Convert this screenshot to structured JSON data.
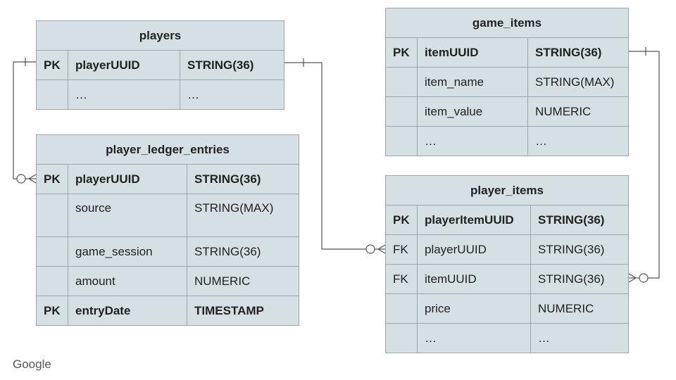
{
  "tables": {
    "players": {
      "title": "players",
      "rows": [
        {
          "key": "PK",
          "name": "playerUUID",
          "type": "STRING(36)"
        },
        {
          "key": "",
          "name": "…",
          "type": "…"
        }
      ]
    },
    "player_ledger_entries": {
      "title": "player_ledger_entries",
      "rows": [
        {
          "key": "PK",
          "name": "playerUUID",
          "type": "STRING(36)"
        },
        {
          "key": "",
          "name": "source",
          "type": "STRING(MAX)"
        },
        {
          "key": "",
          "name": "game_session",
          "type": "STRING(36)"
        },
        {
          "key": "",
          "name": "amount",
          "type": "NUMERIC"
        },
        {
          "key": "PK",
          "name": "entryDate",
          "type": "TIMESTAMP"
        }
      ]
    },
    "game_items": {
      "title": "game_items",
      "rows": [
        {
          "key": "PK",
          "name": "itemUUID",
          "type": "STRING(36)"
        },
        {
          "key": "",
          "name": "item_name",
          "type": "STRING(MAX)"
        },
        {
          "key": "",
          "name": "item_value",
          "type": "NUMERIC"
        },
        {
          "key": "",
          "name": "…",
          "type": "…"
        }
      ]
    },
    "player_items": {
      "title": "player_items",
      "rows": [
        {
          "key": "PK",
          "name": "playerItemUUID",
          "type": "STRING(36)"
        },
        {
          "key": "FK",
          "name": "playerUUID",
          "type": "STRING(36)"
        },
        {
          "key": "FK",
          "name": "itemUUID",
          "type": "STRING(36)"
        },
        {
          "key": "",
          "name": "price",
          "type": "NUMERIC"
        },
        {
          "key": "",
          "name": "…",
          "type": "…"
        }
      ]
    }
  },
  "relationships": [
    {
      "from": "players.playerUUID",
      "to": "player_ledger_entries.playerUUID",
      "cardinality": "one-to-zero-or-many"
    },
    {
      "from": "players.playerUUID",
      "to": "player_items.playerUUID",
      "cardinality": "one-to-zero-or-many"
    },
    {
      "from": "game_items.itemUUID",
      "to": "player_items.itemUUID",
      "cardinality": "one-to-zero-or-many"
    }
  ],
  "branding": {
    "logo_text": "Google"
  },
  "colors": {
    "table_fill": "#d4e0e3",
    "border": "#9aa8ad",
    "line": "#555555"
  }
}
